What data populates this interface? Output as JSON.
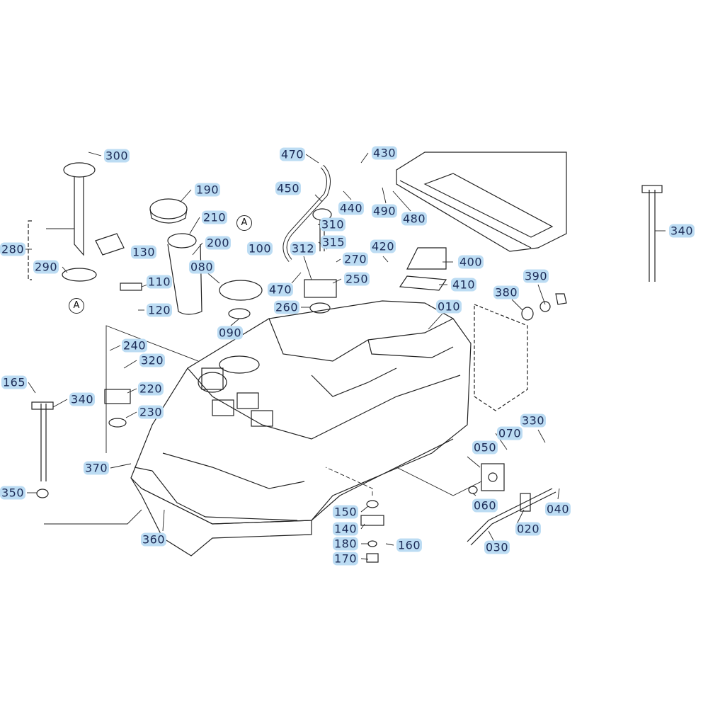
{
  "title": "Fuel tank parts diagram",
  "ref_marks": [
    "A",
    "A"
  ],
  "labels": [
    "300",
    "280",
    "290",
    "190",
    "210",
    "200",
    "130",
    "110",
    "120",
    "080",
    "100",
    "090",
    "470",
    "430",
    "450",
    "440",
    "490",
    "480",
    "310",
    "312",
    "315",
    "270",
    "420",
    "400",
    "410",
    "470",
    "250",
    "260",
    "010",
    "380",
    "390",
    "340",
    "240",
    "320",
    "220",
    "230",
    "165",
    "340",
    "370",
    "350",
    "360",
    "330",
    "070",
    "050",
    "060",
    "040",
    "020",
    "030",
    "150",
    "140",
    "180",
    "160",
    "170"
  ],
  "colors": {
    "label_bg": "#bcdcf3",
    "label_text": "#1b2a55",
    "line": "#222222"
  }
}
